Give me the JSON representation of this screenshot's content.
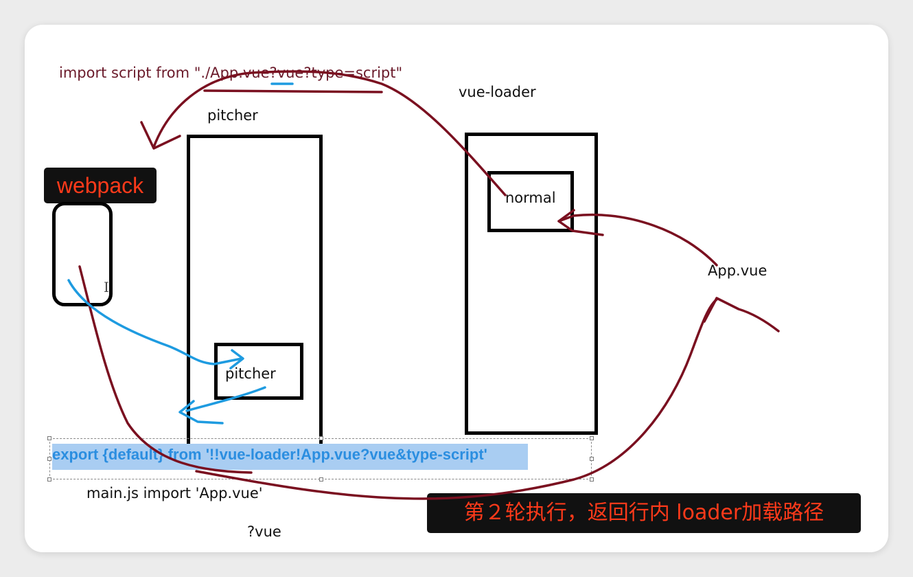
{
  "diagram": {
    "top_import": "import script from \"./App.vue?vue?type=script\"",
    "vue_loader_title": "vue-loader",
    "pitcher_title": "pitcher",
    "webpack_label": "webpack",
    "normal_label": "normal",
    "inner_pitcher_label": "pitcher",
    "app_vue_label": "App.vue",
    "export_line": "export {default} from '!!vue-loader!App.vue?vue&type-script'",
    "main_js_line": "main.js  import 'App.vue'",
    "query_label": "?vue",
    "caption": "第２轮执行，返回行内 loader加载路径",
    "cursor_glyph": "I"
  },
  "colors": {
    "ink_red": "#7a1020",
    "ink_blue": "#1e9be0",
    "caption_red": "#ff3a1a",
    "highlight": "#a9cdf2"
  }
}
